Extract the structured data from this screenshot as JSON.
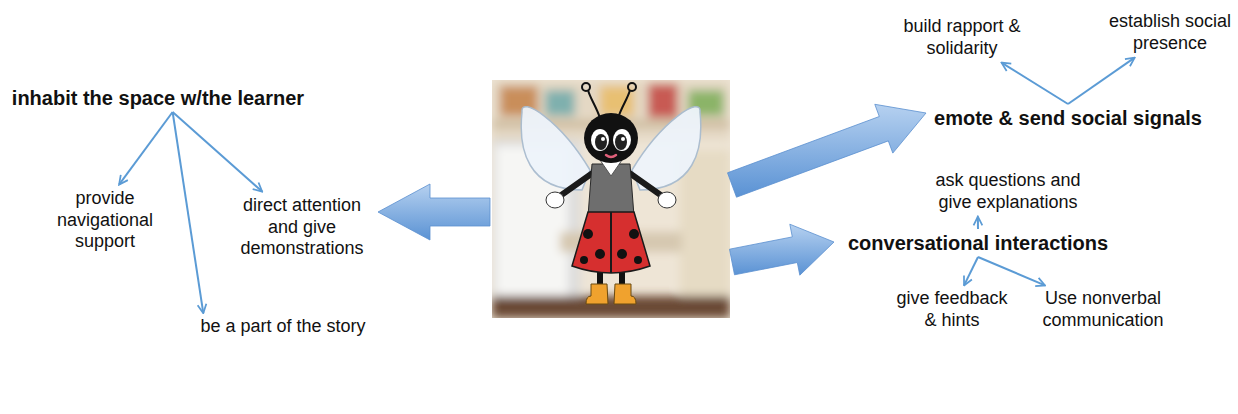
{
  "diagram": {
    "nodes": [
      {
        "text": [
          "build rapport & solidarity"
        ]
      },
      {
        "text": [
          "establish social presence"
        ]
      },
      {
        "text": [
          "inhabit the space w/the learner"
        ]
      },
      {
        "text": [
          "emote & send social signals"
        ]
      },
      {
        "text": [
          "ask questions and give explanations"
        ]
      },
      {
        "text": [
          "provide navigational support"
        ]
      },
      {
        "text": [
          "direct attention and give demonstrations"
        ]
      },
      {
        "text": [
          "conversational interactions"
        ]
      },
      {
        "text": [
          "be a part of the story"
        ]
      },
      {
        "text": [
          "give feedback & hints"
        ]
      },
      {
        "text": [
          "Use nonverbal communication"
        ]
      }
    ],
    "edges": [
      {
        "from": 2,
        "to": 5,
        "arrow": "to"
      },
      {
        "from": 2,
        "to": 8,
        "arrow": "to"
      },
      {
        "from": 2,
        "to": 6,
        "arrow": "to"
      },
      {
        "from": 3,
        "to": 0,
        "arrow": "to"
      },
      {
        "from": 3,
        "to": 1,
        "arrow": "to"
      },
      {
        "from": 7,
        "to": 4,
        "arrow": "to"
      },
      {
        "from": 7,
        "to": 9,
        "arrow": "to"
      },
      {
        "from": 7,
        "to": 10,
        "arrow": "to"
      }
    ]
  }
}
